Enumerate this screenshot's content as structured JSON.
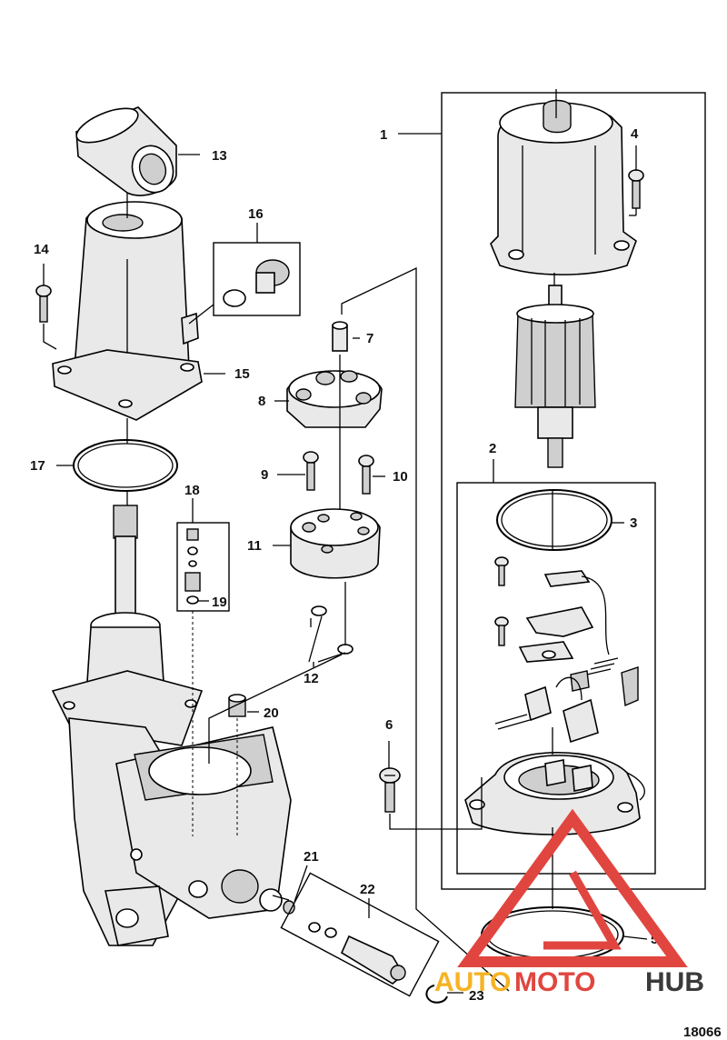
{
  "callouts": {
    "c1": "1",
    "c2": "2",
    "c3": "3",
    "c4": "4",
    "c5": "5",
    "c6": "6",
    "c7": "7",
    "c8": "8",
    "c9": "9",
    "c10": "10",
    "c11": "11",
    "c12": "12",
    "c13": "13",
    "c14": "14",
    "c15": "15",
    "c16": "16",
    "c17": "17",
    "c18": "18",
    "c19": "19",
    "c20": "20",
    "c21": "21",
    "c22": "22",
    "c23": "23"
  },
  "figure_code": "18066",
  "watermark": {
    "part1": "AUTO",
    "part2": "MOTO",
    "part3": "HUB",
    "colors": {
      "triangle": "#e0463f",
      "auto": "#f5b324",
      "moto": "#e0463f",
      "hub": "#3a3a3a"
    }
  }
}
